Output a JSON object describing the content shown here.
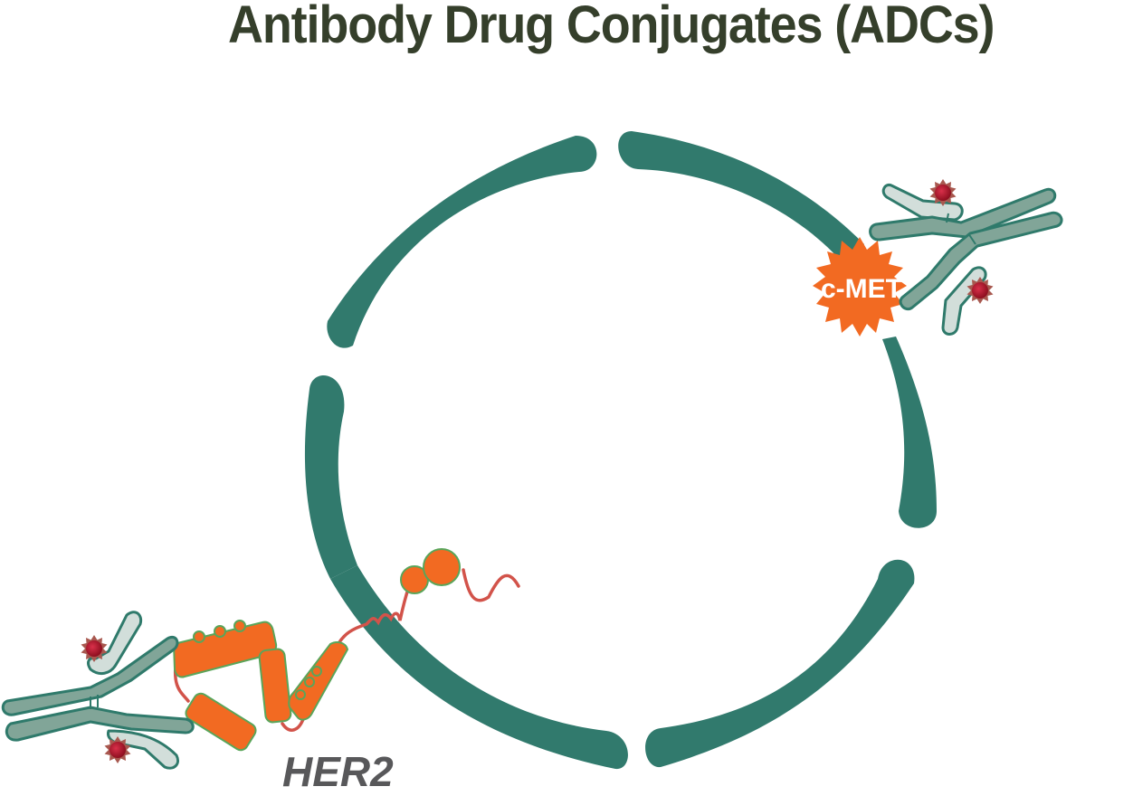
{
  "title": "Antibody Drug Conjugates (ADCs)",
  "labels": {
    "cmet": "c-MET",
    "her2": "HER2"
  },
  "colors": {
    "title": "#353f2b",
    "membrane": "#317a6d",
    "receptor_orange": "#f26a22",
    "receptor_outline": "#5aa55a",
    "linker_red": "#d2534a",
    "antibody_heavy": "#81a598",
    "antibody_light": "#d2deda",
    "antibody_outline": "#2f7a6b",
    "payload_core": "#b5152a",
    "payload_burst": "#a8584f",
    "her2_label": "#58585a"
  },
  "elements": {
    "cell_membrane": "segmented circular cell membrane (6 arcs)",
    "adc_cmet": "antibody drug conjugate bound to c-MET receptor",
    "adc_her2": "antibody drug conjugate bound to HER2 receptor",
    "payloads": 4
  }
}
